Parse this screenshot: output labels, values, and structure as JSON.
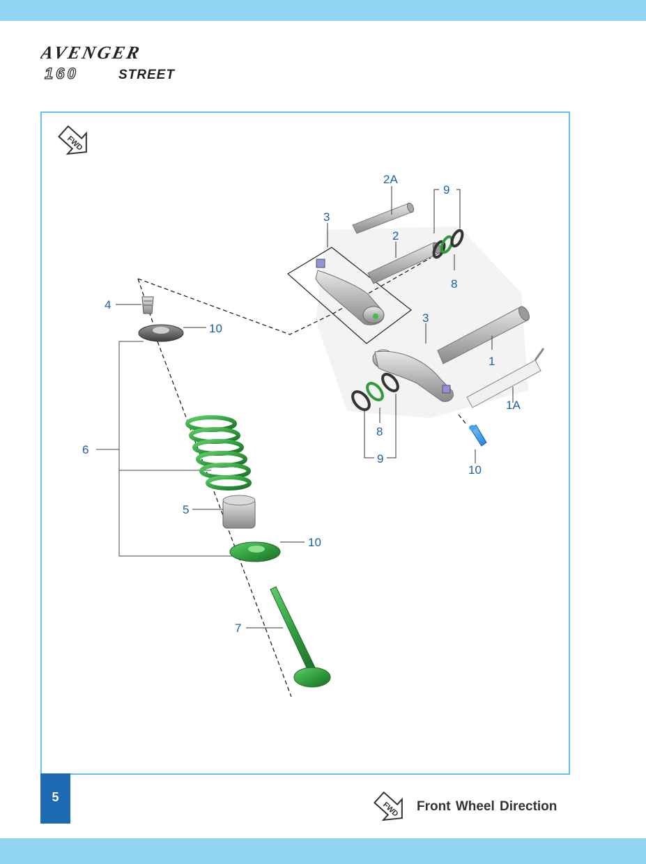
{
  "brand": {
    "logo_line1": "AVENGER",
    "logo_line2_numerals": "160",
    "logo_line2_word": "STREET"
  },
  "fwd_badge_text": "FWD",
  "colors": {
    "band": "#8fd5f2",
    "frame": "#63c3e8",
    "callout_text": "#1a5fa8",
    "page_box": "#1d6ab3",
    "part_green": "#2f9a3c",
    "part_grey": "#b8b8b8"
  },
  "callouts": {
    "c1": "1",
    "c1a": "1A",
    "c2": "2",
    "c2a": "2A",
    "c3_upper": "3",
    "c3_lower": "3",
    "c4": "4",
    "c5": "5",
    "c6": "6",
    "c7": "7",
    "c8_upper": "8",
    "c8_lower": "8",
    "c9_upper": "9",
    "c9_lower": "9",
    "c10_retainer": "10",
    "c10_seat": "10",
    "c10_adjuster": "10"
  },
  "page": {
    "number": "5"
  },
  "legend": {
    "fwd_text": "Front Wheel Direction"
  }
}
